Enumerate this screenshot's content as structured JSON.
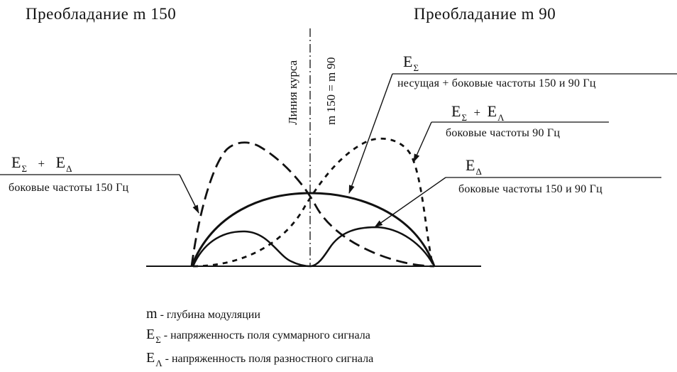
{
  "header": {
    "left_title": "Преобладание m 150",
    "right_title": "Преобладание m 90"
  },
  "course_line": {
    "label": "Линия курса",
    "equation": "m 150 = m 90"
  },
  "callouts": {
    "sum": {
      "symbol": "E",
      "sub": "Σ",
      "description": "несущая + боковые частоты 150 и 90 Гц"
    },
    "sum_plus_diff_right": {
      "symbol": "E",
      "sub": "Σ",
      "plus": "+",
      "symbol2": "E",
      "sub2": "Λ",
      "description": "боковые частоты 90 Гц"
    },
    "diff": {
      "symbol": "E",
      "sub": "Δ",
      "description": "боковые частоты 150 и 90 Гц"
    },
    "sum_plus_diff_left": {
      "symbol": "E",
      "sub": "Σ",
      "plus": "+",
      "symbol2": "E",
      "sub2": "Δ",
      "description": "боковые частоты 150 Гц"
    }
  },
  "legend": {
    "m_symbol": "m",
    "m_text": "- глубина модуляции",
    "sum_symbol": "E",
    "sum_sub": "Σ",
    "sum_text": "- напряженность поля суммарного сигнала",
    "diff_symbol": "E",
    "diff_sub": "Λ",
    "diff_text": "- напряженность поля разностного сигнала"
  }
}
